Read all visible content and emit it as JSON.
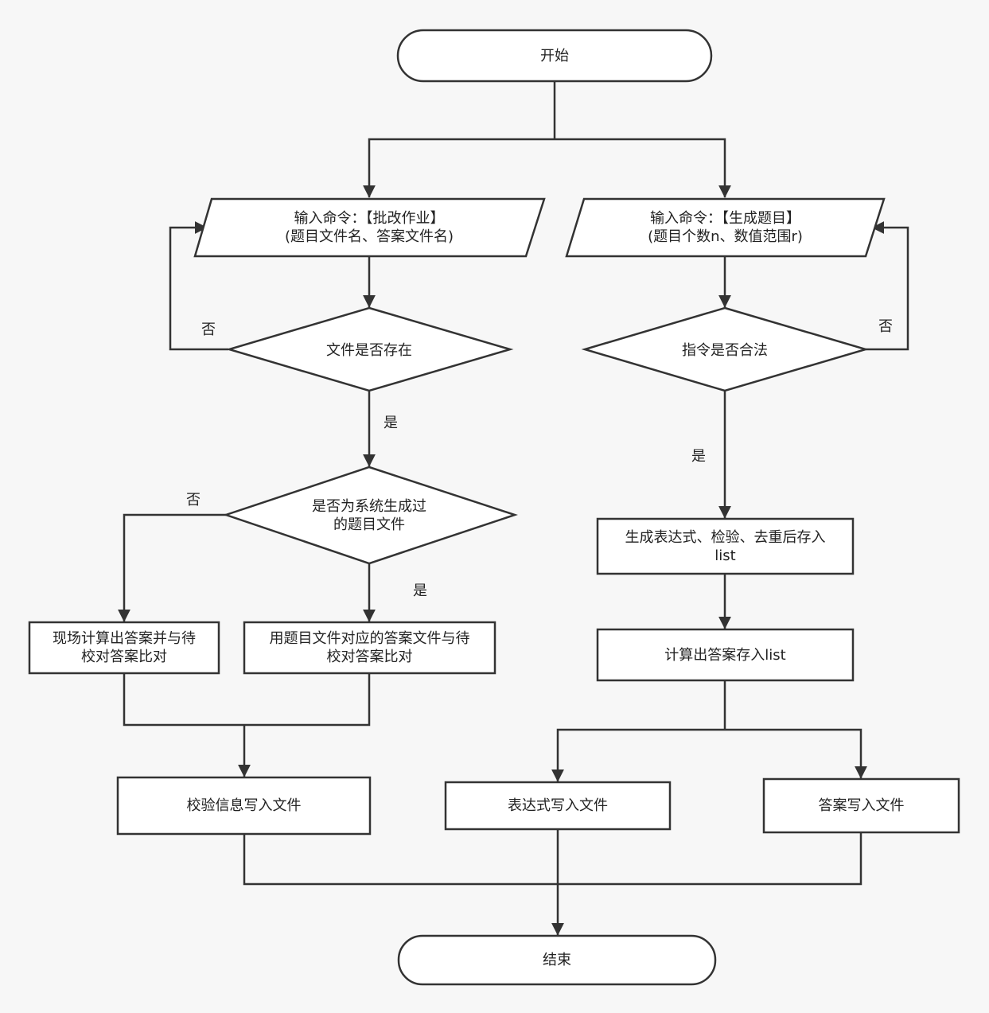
{
  "nodes": {
    "start": "开始",
    "input_grade": [
      "输入命令：【批改作业】",
      "(题目文件名、答案文件名)"
    ],
    "file_exists": "文件是否存在",
    "generated_by_system": [
      "是否为系统生成过",
      "的题目文件"
    ],
    "compute_compare": [
      "现场计算出答案并与待",
      "校对答案比对"
    ],
    "use_answer_file": [
      "用题目文件对应的答案文件与待",
      "校对答案比对"
    ],
    "write_check": "校验信息写入文件",
    "input_generate": [
      "输入命令：【生成题目】",
      "(题目个数n、数值范围r)"
    ],
    "command_valid": "指令是否合法",
    "generate_expr": [
      "生成表达式、检验、去重后存入",
      "list"
    ],
    "compute_answers": "计算出答案存入list",
    "write_expr": "表达式写入文件",
    "write_answer": "答案写入文件",
    "end": "结束"
  },
  "edge_labels": {
    "file_exists_no": "否",
    "file_exists_yes": "是",
    "generated_no": "否",
    "generated_yes": "是",
    "command_valid_no": "否",
    "command_valid_yes": "是"
  },
  "colors": {
    "background": "#f7f7f7",
    "node_fill": "#ffffff",
    "stroke": "#333333",
    "text": "#222222"
  }
}
